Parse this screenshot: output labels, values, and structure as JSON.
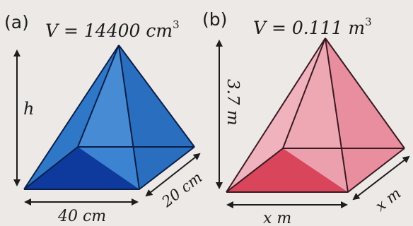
{
  "panel_a": {
    "label": "(a)",
    "volume": "V = 14400 cm",
    "volume_exp": "3",
    "height": "h",
    "base_length": "40 cm",
    "base_width": "20 cm"
  },
  "panel_b": {
    "label": "(b)",
    "volume": "V = 0.111 m",
    "volume_exp": "3",
    "height": "3.7 m",
    "base_length": "x m",
    "base_width": "x m"
  },
  "colors": {
    "a_base": "#0d3a9c",
    "a_face_left": "#2f78c8",
    "a_face_front": "#3e86d3",
    "a_face_right": "#2a6fbf",
    "b_base": "#d9465c",
    "b_face_left": "#f0b2bd",
    "b_face_front": "#eda4b1",
    "b_face_right": "#e98e9f"
  }
}
